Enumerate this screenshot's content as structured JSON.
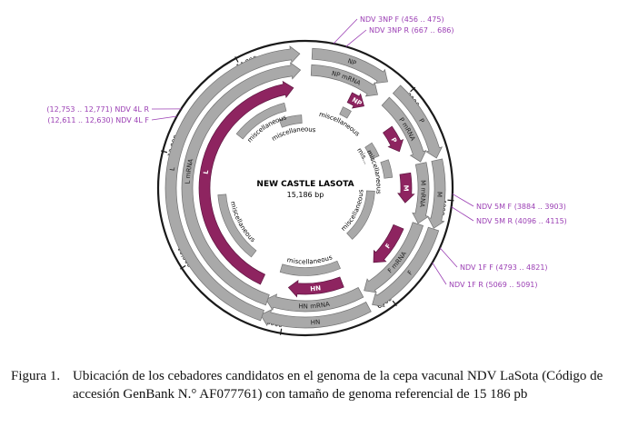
{
  "genome": {
    "title": "NEW CASTLE LASOTA",
    "length_label": "15,186 bp",
    "total_bp": 15186
  },
  "scale_ticks": [
    {
      "label": "2000",
      "bp": 2000
    },
    {
      "label": "4000",
      "bp": 4000
    },
    {
      "label": "6000",
      "bp": 6000
    },
    {
      "label": "8000",
      "bp": 8000
    },
    {
      "label": "10,000",
      "bp": 10000
    },
    {
      "label": "12,000",
      "bp": 12000
    },
    {
      "label": "14,000",
      "bp": 14000
    }
  ],
  "genes": [
    {
      "label": "NP",
      "start": 122,
      "end": 1591
    },
    {
      "label": "P",
      "start": 1804,
      "end": 3254
    },
    {
      "label": "M",
      "start": 3290,
      "end": 4531
    },
    {
      "label": "F",
      "start": 4544,
      "end": 6335
    },
    {
      "label": "HN",
      "start": 6412,
      "end": 8414
    },
    {
      "label": "L",
      "start": 8381,
      "end": 15086
    }
  ],
  "mrnas": [
    {
      "label": "NP mRNA",
      "start": 122,
      "end": 1591
    },
    {
      "label": "P mRNA",
      "start": 1804,
      "end": 3254
    },
    {
      "label": "M mRNA",
      "start": 3290,
      "end": 4531
    },
    {
      "label": "F mRNA",
      "start": 4544,
      "end": 6335
    },
    {
      "label": "HN mRNA",
      "start": 6412,
      "end": 8414
    },
    {
      "label": "L mRNA",
      "start": 8381,
      "end": 15086
    }
  ],
  "cds": [
    {
      "label": "NP",
      "start": 1100,
      "end": 1500
    },
    {
      "label": "P",
      "start": 2300,
      "end": 2900
    },
    {
      "label": "M",
      "start": 3450,
      "end": 4150
    },
    {
      "label": "F",
      "start": 4750,
      "end": 5800
    },
    {
      "label": "HN",
      "start": 6700,
      "end": 8000
    },
    {
      "label": "L",
      "start": 8650,
      "end": 14900
    }
  ],
  "misc": [
    {
      "label": "miscellaneous",
      "start": 1050,
      "end": 1300
    },
    {
      "label": "miscellaneous",
      "start": 14300,
      "end": 15060
    },
    {
      "label": "mis...",
      "start": 2350,
      "end": 2800
    },
    {
      "label": "miscellaneous",
      "start": 3000,
      "end": 3500
    },
    {
      "label": "miscellaneous",
      "start": 3900,
      "end": 5800
    },
    {
      "label": "miscellaneous",
      "start": 6600,
      "end": 8300
    },
    {
      "label": "miscellaneous",
      "start": 9200,
      "end": 11200
    },
    {
      "label": "miscellaneous",
      "start": 13000,
      "end": 14600
    }
  ],
  "primers": [
    {
      "name": "NDV 3NP F",
      "range": "(456 .. 475)",
      "bp": 465
    },
    {
      "name": "NDV 3NP R",
      "range": "(667 .. 686)",
      "bp": 676
    },
    {
      "name": "NDV 5M F",
      "range": "(3884 .. 3903)",
      "bp": 3893
    },
    {
      "name": "NDV 5M R",
      "range": "(4096 .. 4115)",
      "bp": 4105
    },
    {
      "name": "NDV 1F F",
      "range": "(4793 .. 4821)",
      "bp": 4807
    },
    {
      "name": "NDV 1F R",
      "range": "(5069 .. 5091)",
      "bp": 5080
    },
    {
      "name": "NDV 4L R",
      "range": "(12,753 .. 12,771)",
      "bp": 12762
    },
    {
      "name": "NDV 4L F",
      "range": "(12,611 .. 12,630)",
      "bp": 12620
    }
  ],
  "colors": {
    "arrow_grey": "#a9a9a9",
    "arrow_edge": "#6f6f6f",
    "cds_purple": "#8e2460",
    "primer_text": "#9b3fb4",
    "backbone": "#1a1a1a"
  },
  "caption": {
    "label": "Figura 1.",
    "text": "Ubicación de los cebadores candidatos en el genoma de la cepa vacunal NDV LaSota (Código de accesión GenBank N.° AF077761) con tamaño de genoma referencial de 15 186 pb"
  }
}
